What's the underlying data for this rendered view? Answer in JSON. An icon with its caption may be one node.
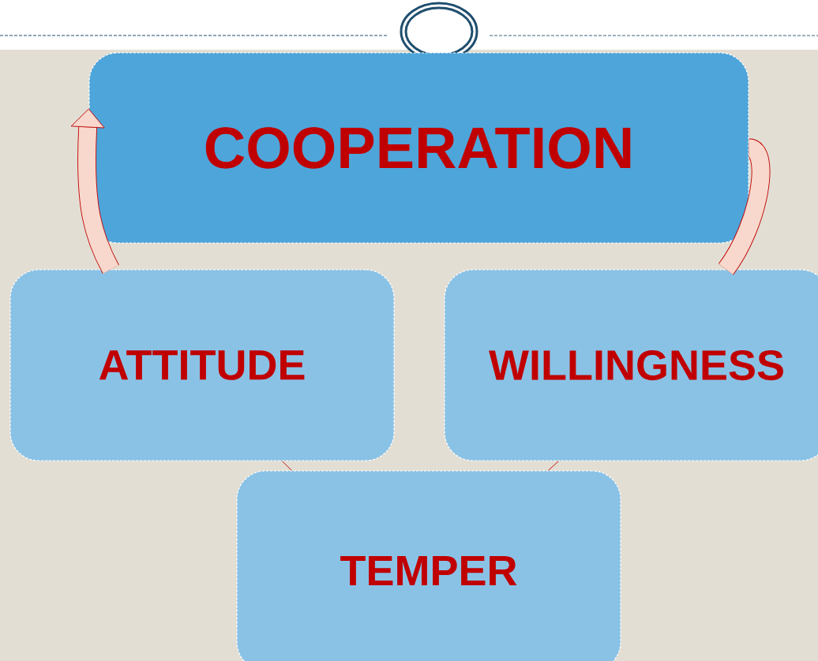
{
  "diagram": {
    "nodes": [
      {
        "text": [
          "COOPERATION"
        ]
      },
      {
        "text": [
          "ATTITUDE"
        ]
      },
      {
        "text": [
          "WILLINGNESS"
        ]
      },
      {
        "text": [
          "TEMPER"
        ]
      }
    ],
    "edges": [
      {
        "from": 0,
        "to": 2,
        "arrow": "none",
        "style": "thick"
      },
      {
        "from": 2,
        "to": 3,
        "arrow": "none"
      },
      {
        "from": 3,
        "to": 1,
        "arrow": "none"
      },
      {
        "from": 1,
        "to": 0,
        "arrow": "to",
        "style": "thick"
      }
    ]
  }
}
